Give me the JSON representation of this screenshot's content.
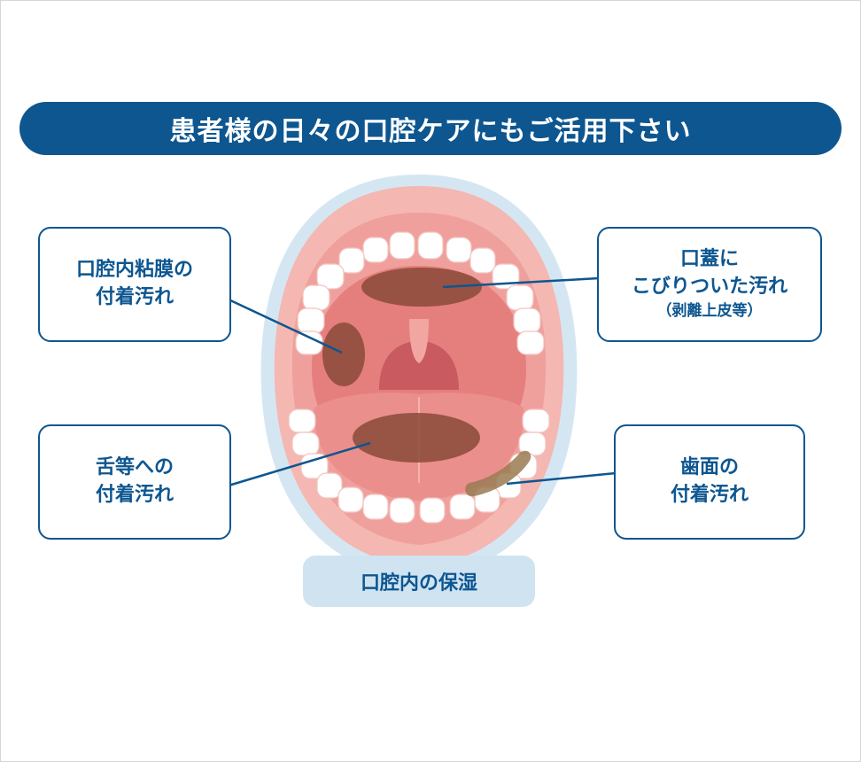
{
  "banner": {
    "title": "患者様の日々の口腔ケアにもご活用下さい"
  },
  "callouts": {
    "mucosa": {
      "line1": "口腔内粘膜の",
      "line2": "付着汚れ"
    },
    "palate": {
      "line1": "口蓋に",
      "line2": "こびりついた汚れ",
      "note": "（剥離上皮等）"
    },
    "tongue": {
      "line1": "舌等への",
      "line2": "付着汚れ"
    },
    "teeth": {
      "line1": "歯面の",
      "line2": "付着汚れ"
    }
  },
  "moisture": {
    "label": "口腔内の保湿"
  },
  "colors": {
    "brand_blue": "#0d5690",
    "light_blue": "#cfe3f1",
    "gum_pink": "#f0a09c",
    "tongue_pink": "#e8817f",
    "stain_brown": "#8a4a38",
    "tooth_white": "#ffffff"
  }
}
